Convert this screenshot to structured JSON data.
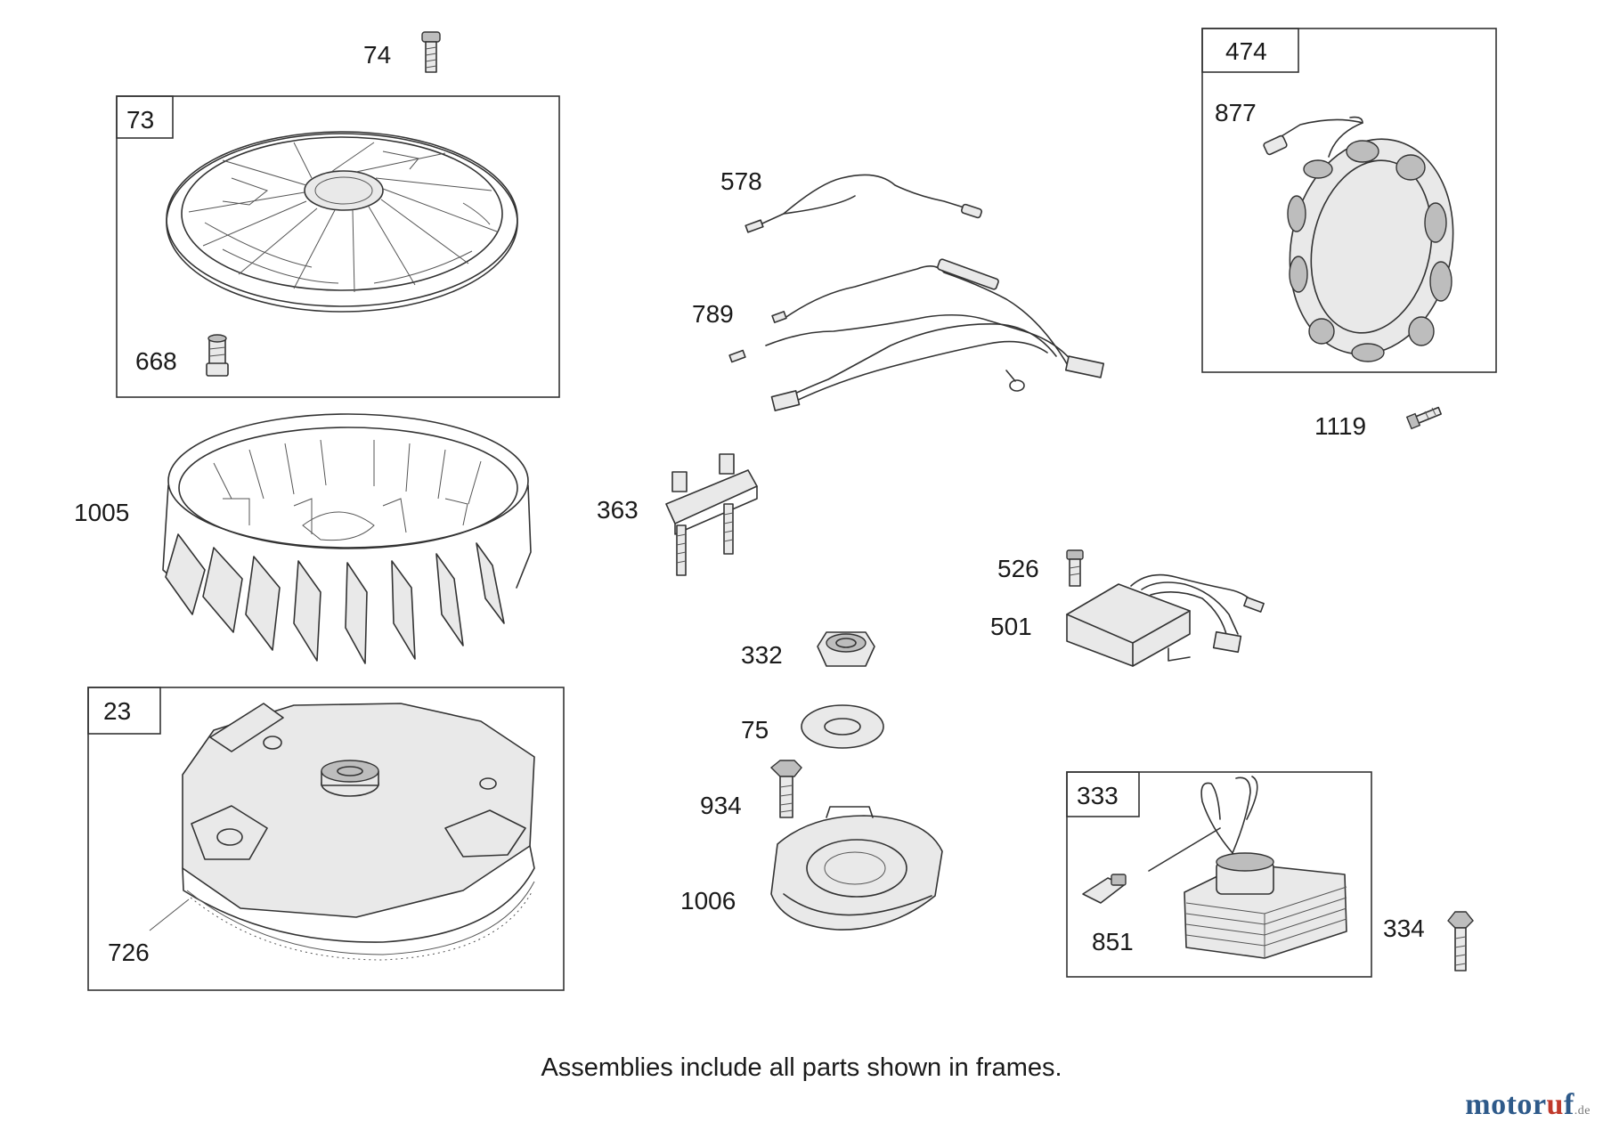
{
  "parts": {
    "p74": "74",
    "p73": "73",
    "p668": "668",
    "p1005": "1005",
    "p23": "23",
    "p726": "726",
    "p578": "578",
    "p789": "789",
    "p363": "363",
    "p332": "332",
    "p75": "75",
    "p934": "934",
    "p1006": "1006",
    "p474": "474",
    "p877": "877",
    "p1119": "1119",
    "p526": "526",
    "p501": "501",
    "p333": "333",
    "p851": "851",
    "p334": "334"
  },
  "caption": "Assemblies include all parts shown in frames.",
  "watermark": {
    "a": "moto",
    "b": "r",
    "c": "u",
    "d": "f",
    "tld": ".de"
  }
}
